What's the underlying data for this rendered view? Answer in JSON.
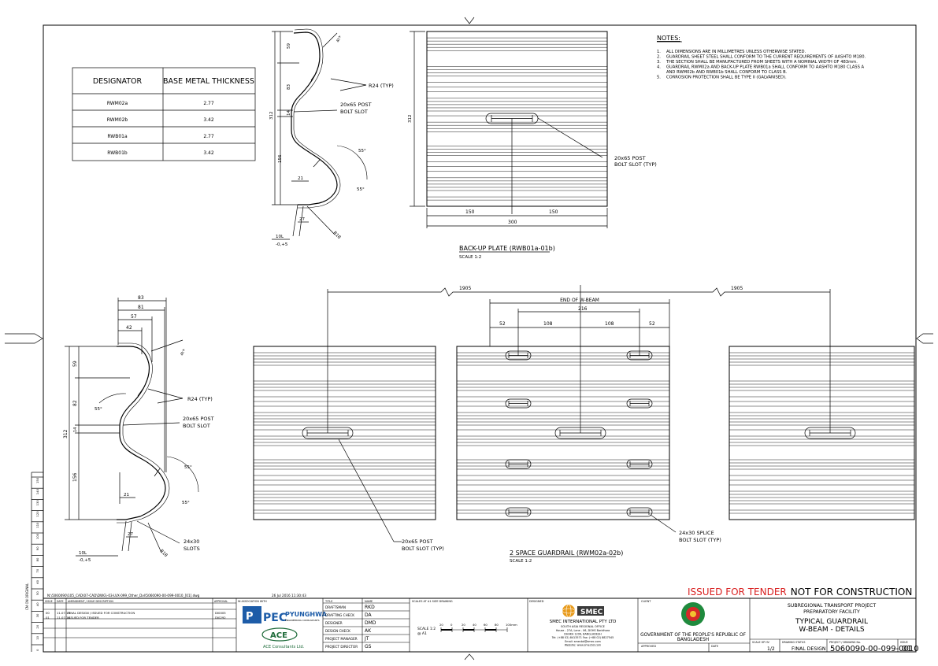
{
  "designator_table": {
    "headers": [
      "DESIGNATOR",
      "BASE METAL THICKNESS"
    ],
    "rows": [
      {
        "designator": "RWM02a",
        "thickness": "2.77"
      },
      {
        "designator": "RWM02b",
        "thickness": "3.42"
      },
      {
        "designator": "RWB01a",
        "thickness": "2.77"
      },
      {
        "designator": "RWB01b",
        "thickness": "3.42"
      }
    ]
  },
  "notes": {
    "title": "NOTES:",
    "items": [
      {
        "num": "1.",
        "lines": [
          "ALL DIMENSIONS ARE IN MILLIMETRES UNLESS OTHERWISE STATED."
        ]
      },
      {
        "num": "2.",
        "lines": [
          "GUARDRAIL SHEET STEEL SHALL CONFORM TO THE CURRENT REQUIREMENTS OF AASHTO M180."
        ]
      },
      {
        "num": "3.",
        "lines": [
          "THE SECTION SHALL BE MANUFACTURED FROM SHEETS WITH A NOMINAL WIDTH OF 483mm."
        ]
      },
      {
        "num": "4.",
        "lines": [
          "GUARDRAIL RWM02a AND BACK-UP PLATE RWB01a SHALL CONFORM TO AASHTO M180 CLASS A",
          "AND RWM02b AND RWB01b SHALL CONFORM TO CLASS B."
        ]
      },
      {
        "num": "5.",
        "lines": [
          "CORROSION PROTECTION SHALL BE TYPE II (GALVANISED)."
        ]
      }
    ]
  },
  "section_top": {
    "dim_59": "59",
    "dim_83": "83",
    "dim_14": "14",
    "dim_312": "312",
    "dim_156": "156",
    "dim_21": "21",
    "dim_27": "27",
    "dim_10l": "10L",
    "dim_tol": "-0,+5",
    "r24": "R24 (TYP)",
    "slot_label": [
      "20x65 POST",
      "BOLT SLOT"
    ],
    "angle1": "55°",
    "angle2": "55°",
    "r18": "R18",
    "dim_top": "4t+"
  },
  "backup_plate": {
    "title": "BACK-UP PLATE (RWB01a-01b)",
    "scale": "SCALE 1:2",
    "dim_312": "312",
    "dim_150a": "150",
    "dim_150b": "150",
    "dim_300": "300",
    "slot_label": [
      "20x65 POST",
      "BOLT SLOT (TYP)"
    ]
  },
  "section_bottom": {
    "dim_83": "83",
    "dim_81": "81",
    "dim_57": "57",
    "dim_42": "42",
    "dim_59": "59",
    "dim_82": "82",
    "dim_14": "14",
    "dim_312": "312",
    "dim_156": "156",
    "dim_21": "21",
    "dim_27": "27",
    "dim_10l": "10L",
    "dim_tol": "-0,+5",
    "r24": "R24 (TYP)",
    "slot_label": [
      "20x65 POST",
      "BOLT SLOT"
    ],
    "slots_label": [
      "24x30",
      "SLOTS"
    ],
    "angle1": "55°",
    "angle2": "55°",
    "angle3": "55°",
    "r18": "R18",
    "dim_top": "4t+"
  },
  "guardrail": {
    "title": "2 SPACE GUARDRAIL (RWM02a-02b)",
    "scale": "SCALE 1:2",
    "dim_1905a": "1905",
    "dim_1905b": "1905",
    "end_label": "END OF W-BEAM",
    "dim_216": "216",
    "dim_52a": "52",
    "dim_108a": "108",
    "dim_108b": "108",
    "dim_52b": "52",
    "post_slot": [
      "20x65 POST",
      "BOLT SLOT (TYP)"
    ],
    "splice_slot": [
      "24x30 SPLICE",
      "BOLT SLOT (TYP)"
    ]
  },
  "file_path": "N:\\5060090\\105_CAD\\07-CAD\\DWG\\-03-LVX-099_Other_Dvl\\5060090-00-099-0010_[01].dwg",
  "plot_date": "26 Jul 2016   11:30:43",
  "stamp": {
    "issued": "ISSUED FOR TENDER",
    "not": "NOT FOR CONSTRUCTION"
  },
  "revisions": {
    "headers": [
      "ISSUE",
      "DATE",
      "AMENDMENT / ISSUE DESCRIPTION",
      "APPROVAL"
    ],
    "rows": [
      {
        "issue": "00",
        "date": "11.07.13",
        "desc": "FINAL DESIGN / ISSUED FOR CONSTRUCTION",
        "approval": "DI0005"
      },
      {
        "issue": "01",
        "date": "11.07.14",
        "desc": "ISSUED FOR TENDER",
        "approval": "DI0292"
      }
    ]
  },
  "association": {
    "label": "IN ASSOCIATION WITH",
    "pec": "PEC",
    "pyunghwa": "PYUNGHWA",
    "pyunghwa_sub": "ENGINEERING CONSULTANTS",
    "ace": "ACE",
    "ace_sub": "ACE Consultants Ltd."
  },
  "staff": {
    "headers": [
      "TITLE",
      "NAME"
    ],
    "rows": [
      {
        "title": "DRAFTSMAN",
        "name": "RKD"
      },
      {
        "title": "DRAFTING CHECK",
        "name": "DA"
      },
      {
        "title": "DESIGNER",
        "name": "DMD"
      },
      {
        "title": "DESIGN CHECK",
        "name": "AK"
      },
      {
        "title": "PROJECT MANAGER",
        "name": "JT"
      },
      {
        "title": "PROJECT DIRECTOR",
        "name": "GS"
      }
    ]
  },
  "scale_block": {
    "label": "SCALES AT A1 SIZE DRAWING",
    "ratio": [
      "SCALE 1:2",
      "@ A1"
    ],
    "ticks": [
      "20",
      "0",
      "20",
      "40",
      "60",
      "80",
      "100mm"
    ]
  },
  "designed": {
    "label": "DESIGNED",
    "company": "SMEC INTERNATIONAL PTY LTD",
    "office": "SOUTH ASIA REGIONAL OFFICE",
    "lines": [
      "House - 27A, Lane - 06, DOHS Baridhara",
      "DHAKA 1206, BANGLADESH",
      "Tel: (+88 02) 8413571  Fax: (+88 02) 8827545",
      "Email: smecbd@smec.com",
      "Website: www.smecbd.com"
    ],
    "logo": "SMEC"
  },
  "client": {
    "label": "CLIENT",
    "name": [
      "GOVERNMENT OF THE PEOPLE'S REPUBLIC OF",
      "BANGLADESH"
    ],
    "approved": "APPROVED",
    "date": "DATE"
  },
  "project": {
    "title": [
      "SUBREGIONAL TRANSPORT PROJECT",
      "PREPARATORY FACILITY"
    ],
    "drawing": [
      "TYPICAL GUARDRAIL",
      "W-BEAM - DETAILS"
    ]
  },
  "bottom": {
    "scale_label": "SCALE  HP  HV",
    "scale_val": "1/2",
    "status_label": "DRAWING STATUS",
    "status": "FINAL DESIGN",
    "number_label": "PROJECT / DRAWING No.",
    "number": "5060090-00-099-0010",
    "issue_label": "ISSUE",
    "issue": "01"
  },
  "side_strip": {
    "ticks": [
      "150",
      "140",
      "130",
      "120",
      "110",
      "100",
      "90",
      "80",
      "70",
      "60",
      "50",
      "40",
      "30",
      "20",
      "10",
      "0"
    ],
    "label": "CM ON ORIGINAL"
  },
  "colors": {
    "line": "#000000",
    "stamp": "#d81e1e",
    "smec": "#e89a1a",
    "pec": "#1d5ca8"
  }
}
